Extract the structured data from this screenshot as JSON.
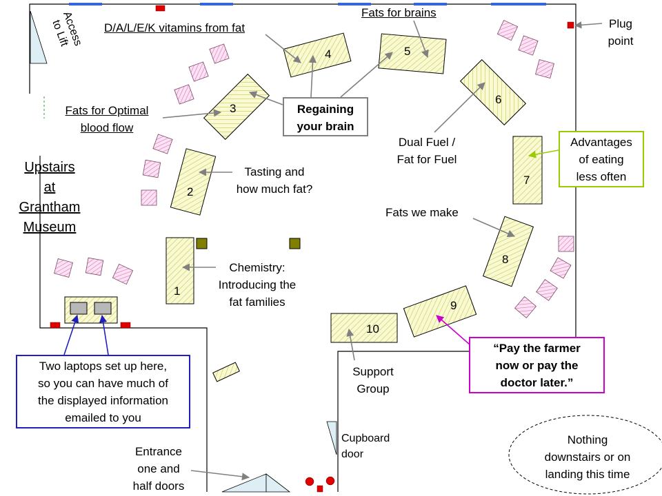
{
  "venue": [
    "Upstairs",
    "at",
    "Grantham",
    "Museum"
  ],
  "lift_label": [
    "Access",
    "to Lift"
  ],
  "plug_label": [
    "Plug",
    "point"
  ],
  "tables": [
    {
      "number": "1"
    },
    {
      "number": "2"
    },
    {
      "number": "3"
    },
    {
      "number": "4"
    },
    {
      "number": "5"
    },
    {
      "number": "6"
    },
    {
      "number": "7"
    },
    {
      "number": "8"
    },
    {
      "number": "9"
    },
    {
      "number": "10"
    }
  ],
  "annotations": {
    "vitamins": "D/A/L/E/K vitamins from fat",
    "brains": "Fats for brains",
    "blood_flow": [
      "Fats for Optimal",
      "blood flow"
    ],
    "regaining": [
      "Regaining",
      "your brain"
    ],
    "dual_fuel": [
      "Dual Fuel /",
      "Fat for Fuel"
    ],
    "advantages": [
      "Advantages",
      "of eating",
      "less often"
    ],
    "tasting": [
      "Tasting and",
      "how much fat?"
    ],
    "fats_we_make": "Fats we make",
    "chemistry": [
      "Chemistry:",
      "Introducing the",
      "fat families"
    ],
    "laptops": [
      "Two laptops set up here,",
      "so you can have much of",
      "the displayed information",
      "emailed to you"
    ],
    "farmer": [
      "“Pay the farmer",
      "now or pay the",
      "doctor later.”"
    ],
    "support": [
      "Support",
      "Group"
    ],
    "cupboard": [
      "Cupboard",
      "door"
    ],
    "entrance": [
      "Entrance",
      "one and",
      "half doors"
    ],
    "nothing": [
      "Nothing",
      "downstairs or on",
      "landing this time"
    ]
  },
  "colors": {
    "table_fill": "#fafad2",
    "table_hatch": "#c8c860",
    "chair_fill": "#ffe0f4",
    "chair_hatch": "#c080b0",
    "laptop_box": "#1f1fc0",
    "advantages_box": "#99cc00",
    "farmer_box": "#cc00cc",
    "regaining_box": "#808080",
    "marker_red": "#e00000",
    "window_blue": "#3366dd"
  },
  "icons": [
    "chair-icon",
    "plug-point-icon",
    "laptop-icon",
    "fire-extinguisher-icon",
    "olive-square-icon",
    "window-icon",
    "door-icon"
  ]
}
